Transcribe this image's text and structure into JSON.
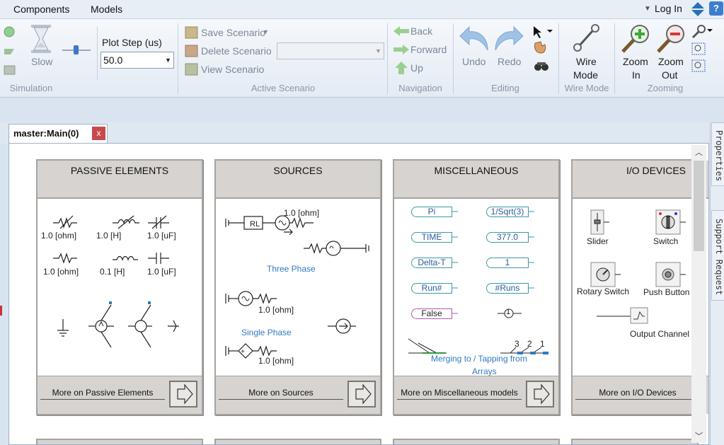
{
  "menu": {
    "components": "Components",
    "models": "Models",
    "login": "Log In",
    "help": "?"
  },
  "ribbon": {
    "simulation": {
      "slow": "Slow",
      "plot_step_label": "Plot Step (us)",
      "plot_step_value": "50.0",
      "group": "Simulation"
    },
    "scenario": {
      "save": "Save Scenario",
      "delete": "Delete Scenario",
      "view": "View Scenario",
      "group": "Active Scenario"
    },
    "navigation": {
      "back": "Back",
      "forward": "Forward",
      "up": "Up",
      "group": "Navigation"
    },
    "editing": {
      "undo": "Undo",
      "redo": "Redo",
      "group": "Editing"
    },
    "wire": {
      "wire": "Wire",
      "mode": "Mode",
      "group": "Wire Mode"
    },
    "zoom": {
      "zoom_in_1": "Zoom",
      "zoom_in_2": "In",
      "zoom_out_1": "Zoom",
      "zoom_out_2": "Out",
      "group": "Zooming"
    }
  },
  "tab": {
    "title": "master:Main(0)",
    "close": "x"
  },
  "side_tabs": {
    "properties": "Properties",
    "support": "Support Request"
  },
  "cards": {
    "passive": {
      "title": "PASSIVE ELEMENTS",
      "labels": [
        "1.0 [ohm]",
        "1.0 [H]",
        "1.0 [uF]",
        "1.0 [ohm]",
        "0.1 [H]",
        "1.0 [uF]"
      ],
      "more": "More on Passive Elements"
    },
    "sources": {
      "title": "SOURCES",
      "rl": "RL",
      "ohm_top": "1.0 [ohm]",
      "three_phase": "Three Phase",
      "ohm_mid": "1.0 [ohm]",
      "single_phase": "Single Phase",
      "ohm_bot": "1.0 [ohm]",
      "more": "More on Sources"
    },
    "misc": {
      "title": "MISCELLANEOUS",
      "tags": [
        "Pi",
        "1/Sqrt(3)",
        "TIME",
        "377.0",
        "Delta-T",
        "1",
        "Run#",
        "#Runs",
        "False"
      ],
      "node": "1",
      "taps": [
        "3",
        "2",
        "1"
      ],
      "merging": "Merging to / Tapping from",
      "arrays": "Arrays",
      "more": "More on Miscellaneous models"
    },
    "io": {
      "title": "I/O DEVICES",
      "slider": "Slider",
      "switch": "Switch",
      "rotary": "Rotary Switch",
      "push": "Push Button",
      "output": "Output Channel",
      "more": "More on I/O Devices"
    }
  },
  "colors": {
    "accent_blue": "#2f7ac1",
    "ribbon_bg": "#e4ebf4",
    "card_header": "#d6d3d0"
  }
}
